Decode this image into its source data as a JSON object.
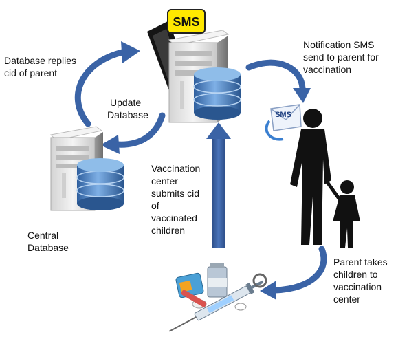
{
  "labels": {
    "database_replies": [
      "Database replies",
      "cid of parent"
    ],
    "update_database": [
      "Update",
      "Database"
    ],
    "notification_sms": [
      "Notification SMS",
      "send to parent for",
      "vaccination"
    ],
    "central_database": [
      "Central",
      "Database"
    ],
    "vaccination_center_submits": [
      "Vaccination",
      "center",
      "submits cid",
      "of",
      "vaccinated",
      "children"
    ],
    "parent_takes_children": [
      "Parent takes",
      "children to",
      "vaccination",
      "center"
    ]
  },
  "icons": {
    "sms_phone_badge": "SMS",
    "sms_envelope_badge": "SMS"
  },
  "colors": {
    "arrow_blue": "#3A63A6",
    "arrow_blue_dark": "#2B4C86",
    "server_body": "#E8E8E8",
    "disk_blue": "#4A7FBF",
    "silhouette": "#111111",
    "sms_yellow": "#FFE800"
  }
}
